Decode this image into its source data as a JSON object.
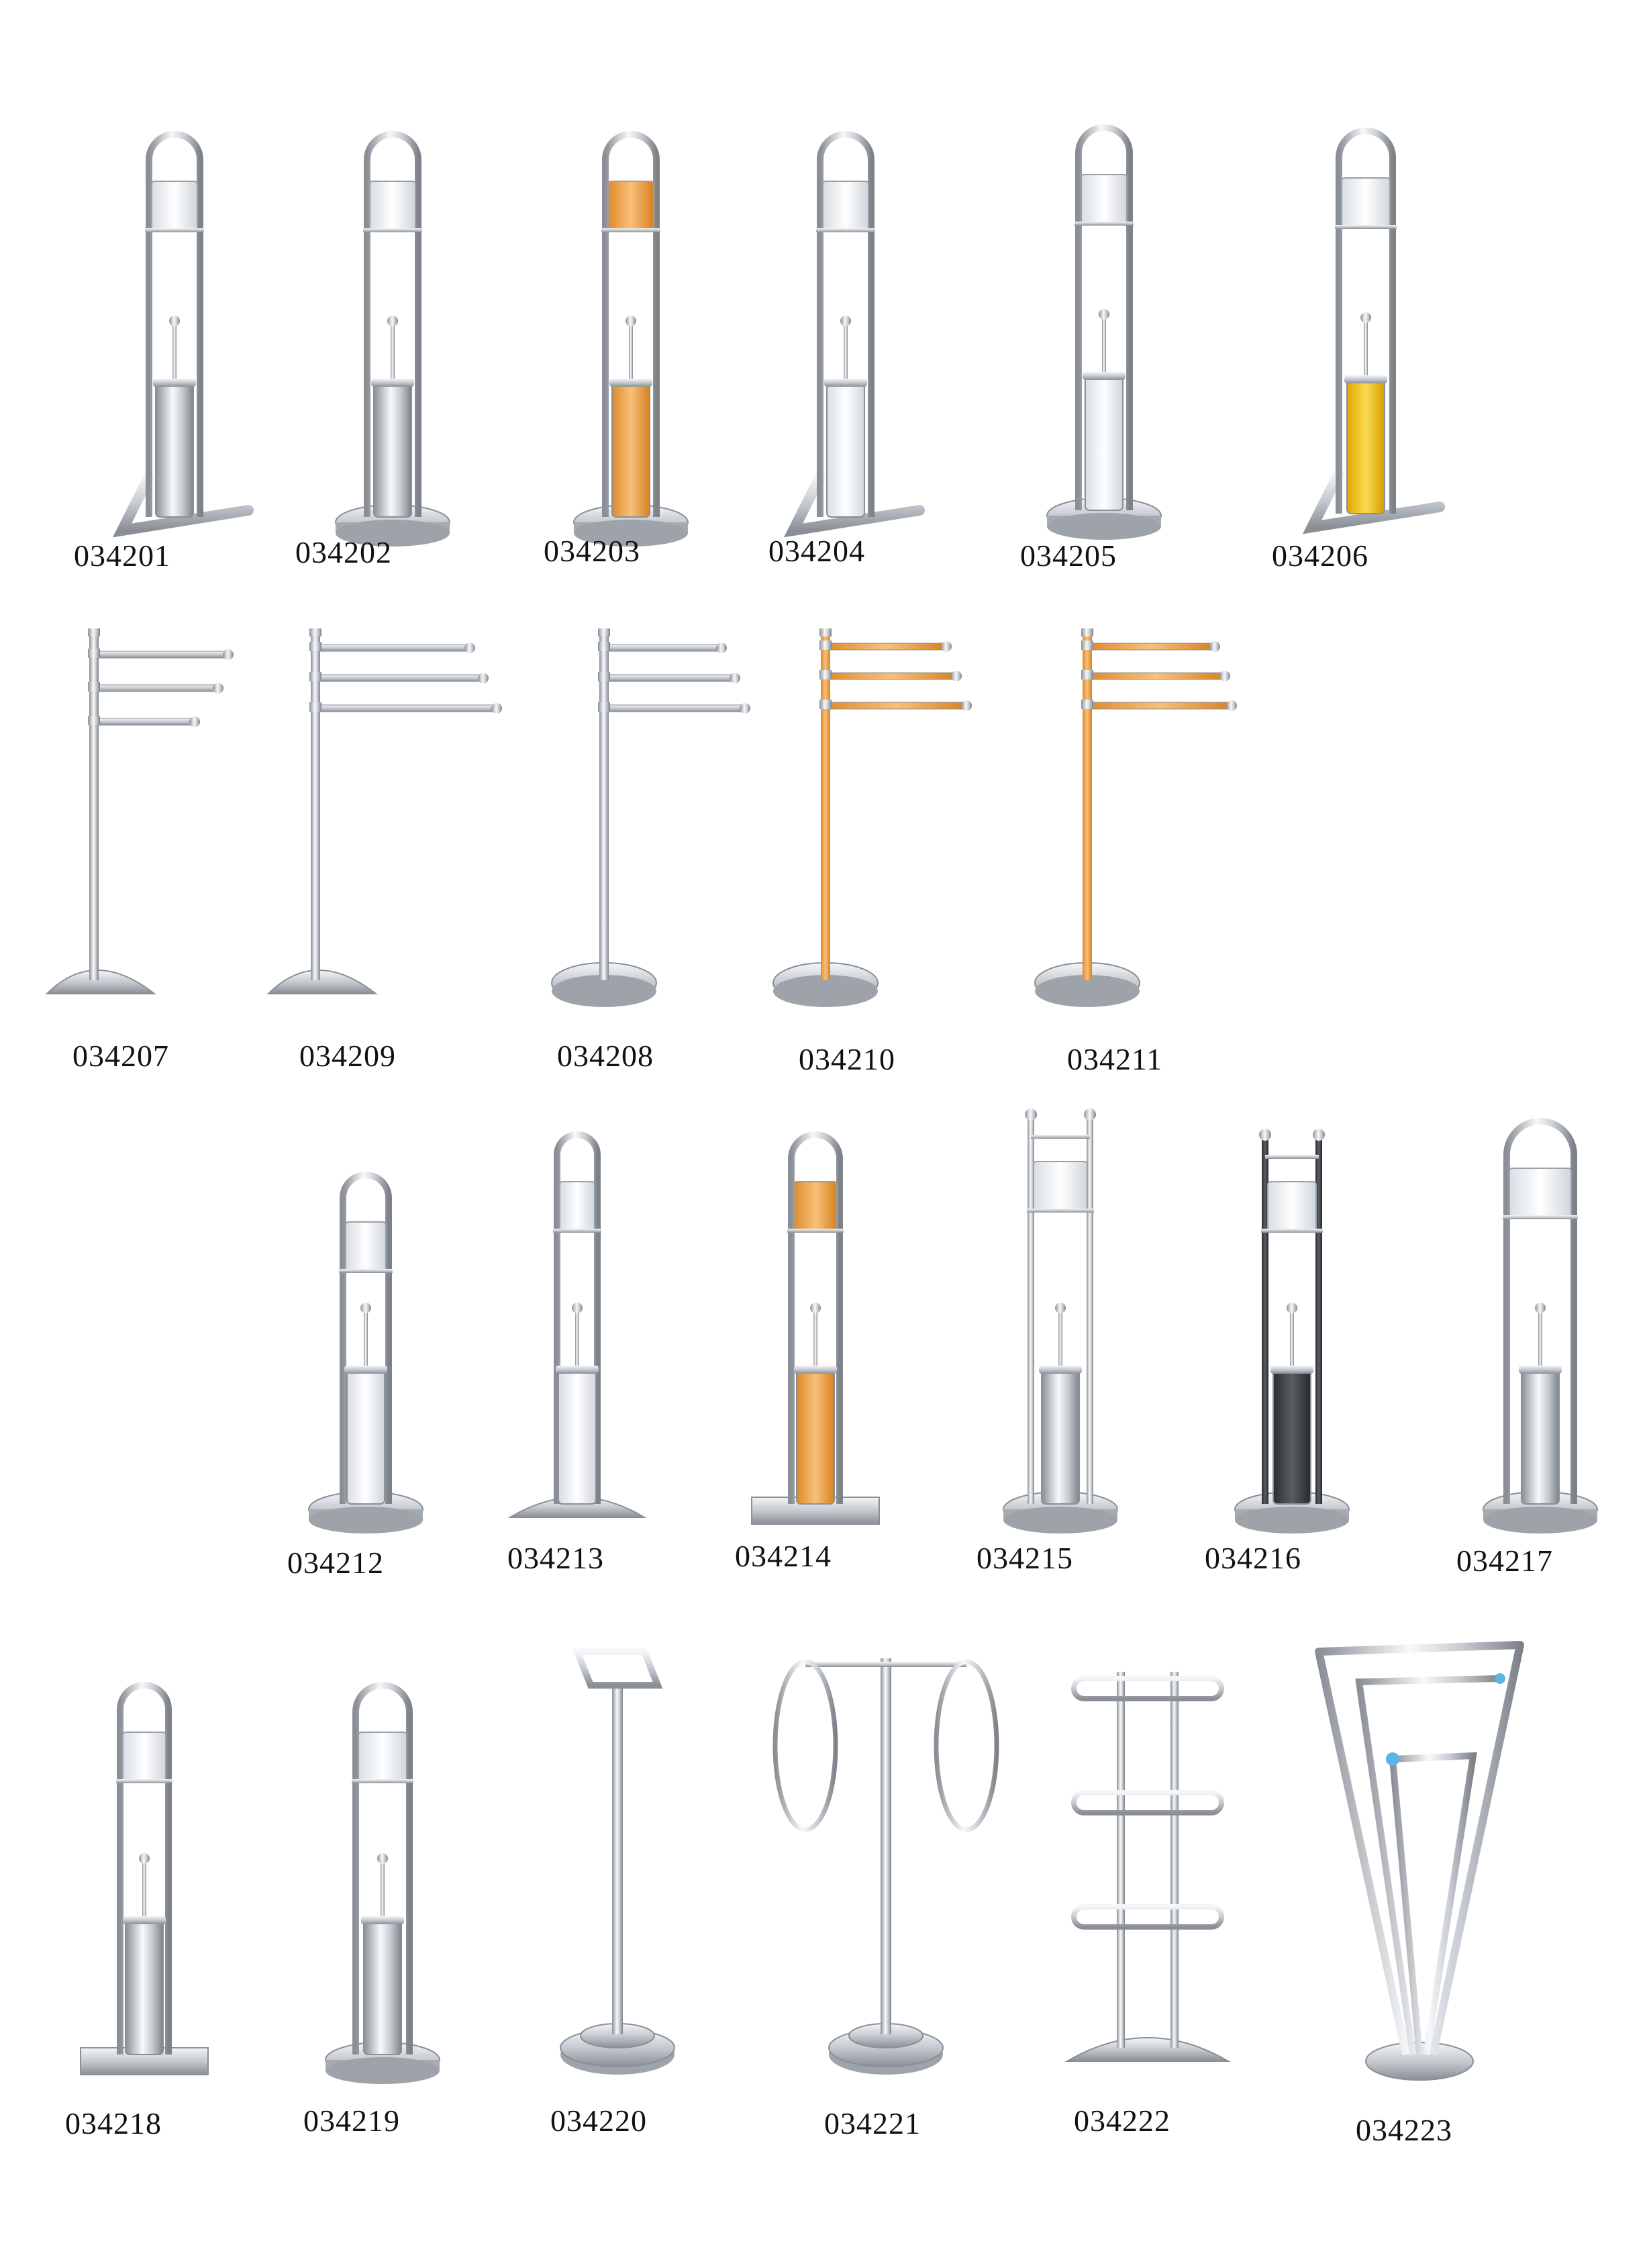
{
  "colors": {
    "chrome_dark": "#8a8f96",
    "chrome_mid": "#c9ced4",
    "chrome_light": "#f4f6f8",
    "accent_orange": "#f2a44a",
    "accent_yellow": "#f0c020",
    "dark_finish": "#3a3d42",
    "frosted_glass": "#eef2f6",
    "blue_cap": "#5ab4e6"
  },
  "products": [
    {
      "code": "034201",
      "icon": "toilet-roll-brush-stand-icon"
    },
    {
      "code": "034202",
      "icon": "toilet-roll-brush-stand-icon"
    },
    {
      "code": "034203",
      "icon": "toilet-roll-brush-stand-orange-icon"
    },
    {
      "code": "034204",
      "icon": "toilet-roll-brush-stand-icon"
    },
    {
      "code": "034205",
      "icon": "toilet-roll-brush-stand-icon"
    },
    {
      "code": "034206",
      "icon": "toilet-roll-brush-stand-yellow-icon"
    },
    {
      "code": "034207",
      "icon": "towel-stand-three-arm-icon"
    },
    {
      "code": "034209",
      "icon": "towel-stand-three-arm-icon"
    },
    {
      "code": "034208",
      "icon": "towel-stand-three-arm-icon"
    },
    {
      "code": "034210",
      "icon": "towel-stand-three-arm-orange-icon"
    },
    {
      "code": "034211",
      "icon": "towel-stand-three-arm-orange-icon"
    },
    {
      "code": "034212",
      "icon": "toilet-roll-brush-stand-icon"
    },
    {
      "code": "034213",
      "icon": "toilet-roll-brush-stand-icon"
    },
    {
      "code": "034214",
      "icon": "toilet-roll-brush-stand-orange-icon"
    },
    {
      "code": "034215",
      "icon": "toilet-roll-brush-stand-twin-post-icon"
    },
    {
      "code": "034216",
      "icon": "toilet-roll-brush-stand-dark-icon"
    },
    {
      "code": "034217",
      "icon": "toilet-roll-brush-stand-icon"
    },
    {
      "code": "034218",
      "icon": "toilet-roll-brush-stand-square-icon"
    },
    {
      "code": "034219",
      "icon": "toilet-roll-brush-stand-icon"
    },
    {
      "code": "034220",
      "icon": "toilet-roll-stand-icon"
    },
    {
      "code": "034221",
      "icon": "towel-ring-stand-icon"
    },
    {
      "code": "034222",
      "icon": "towel-bar-stand-icon"
    },
    {
      "code": "034223",
      "icon": "towel-valet-stand-icon"
    }
  ]
}
